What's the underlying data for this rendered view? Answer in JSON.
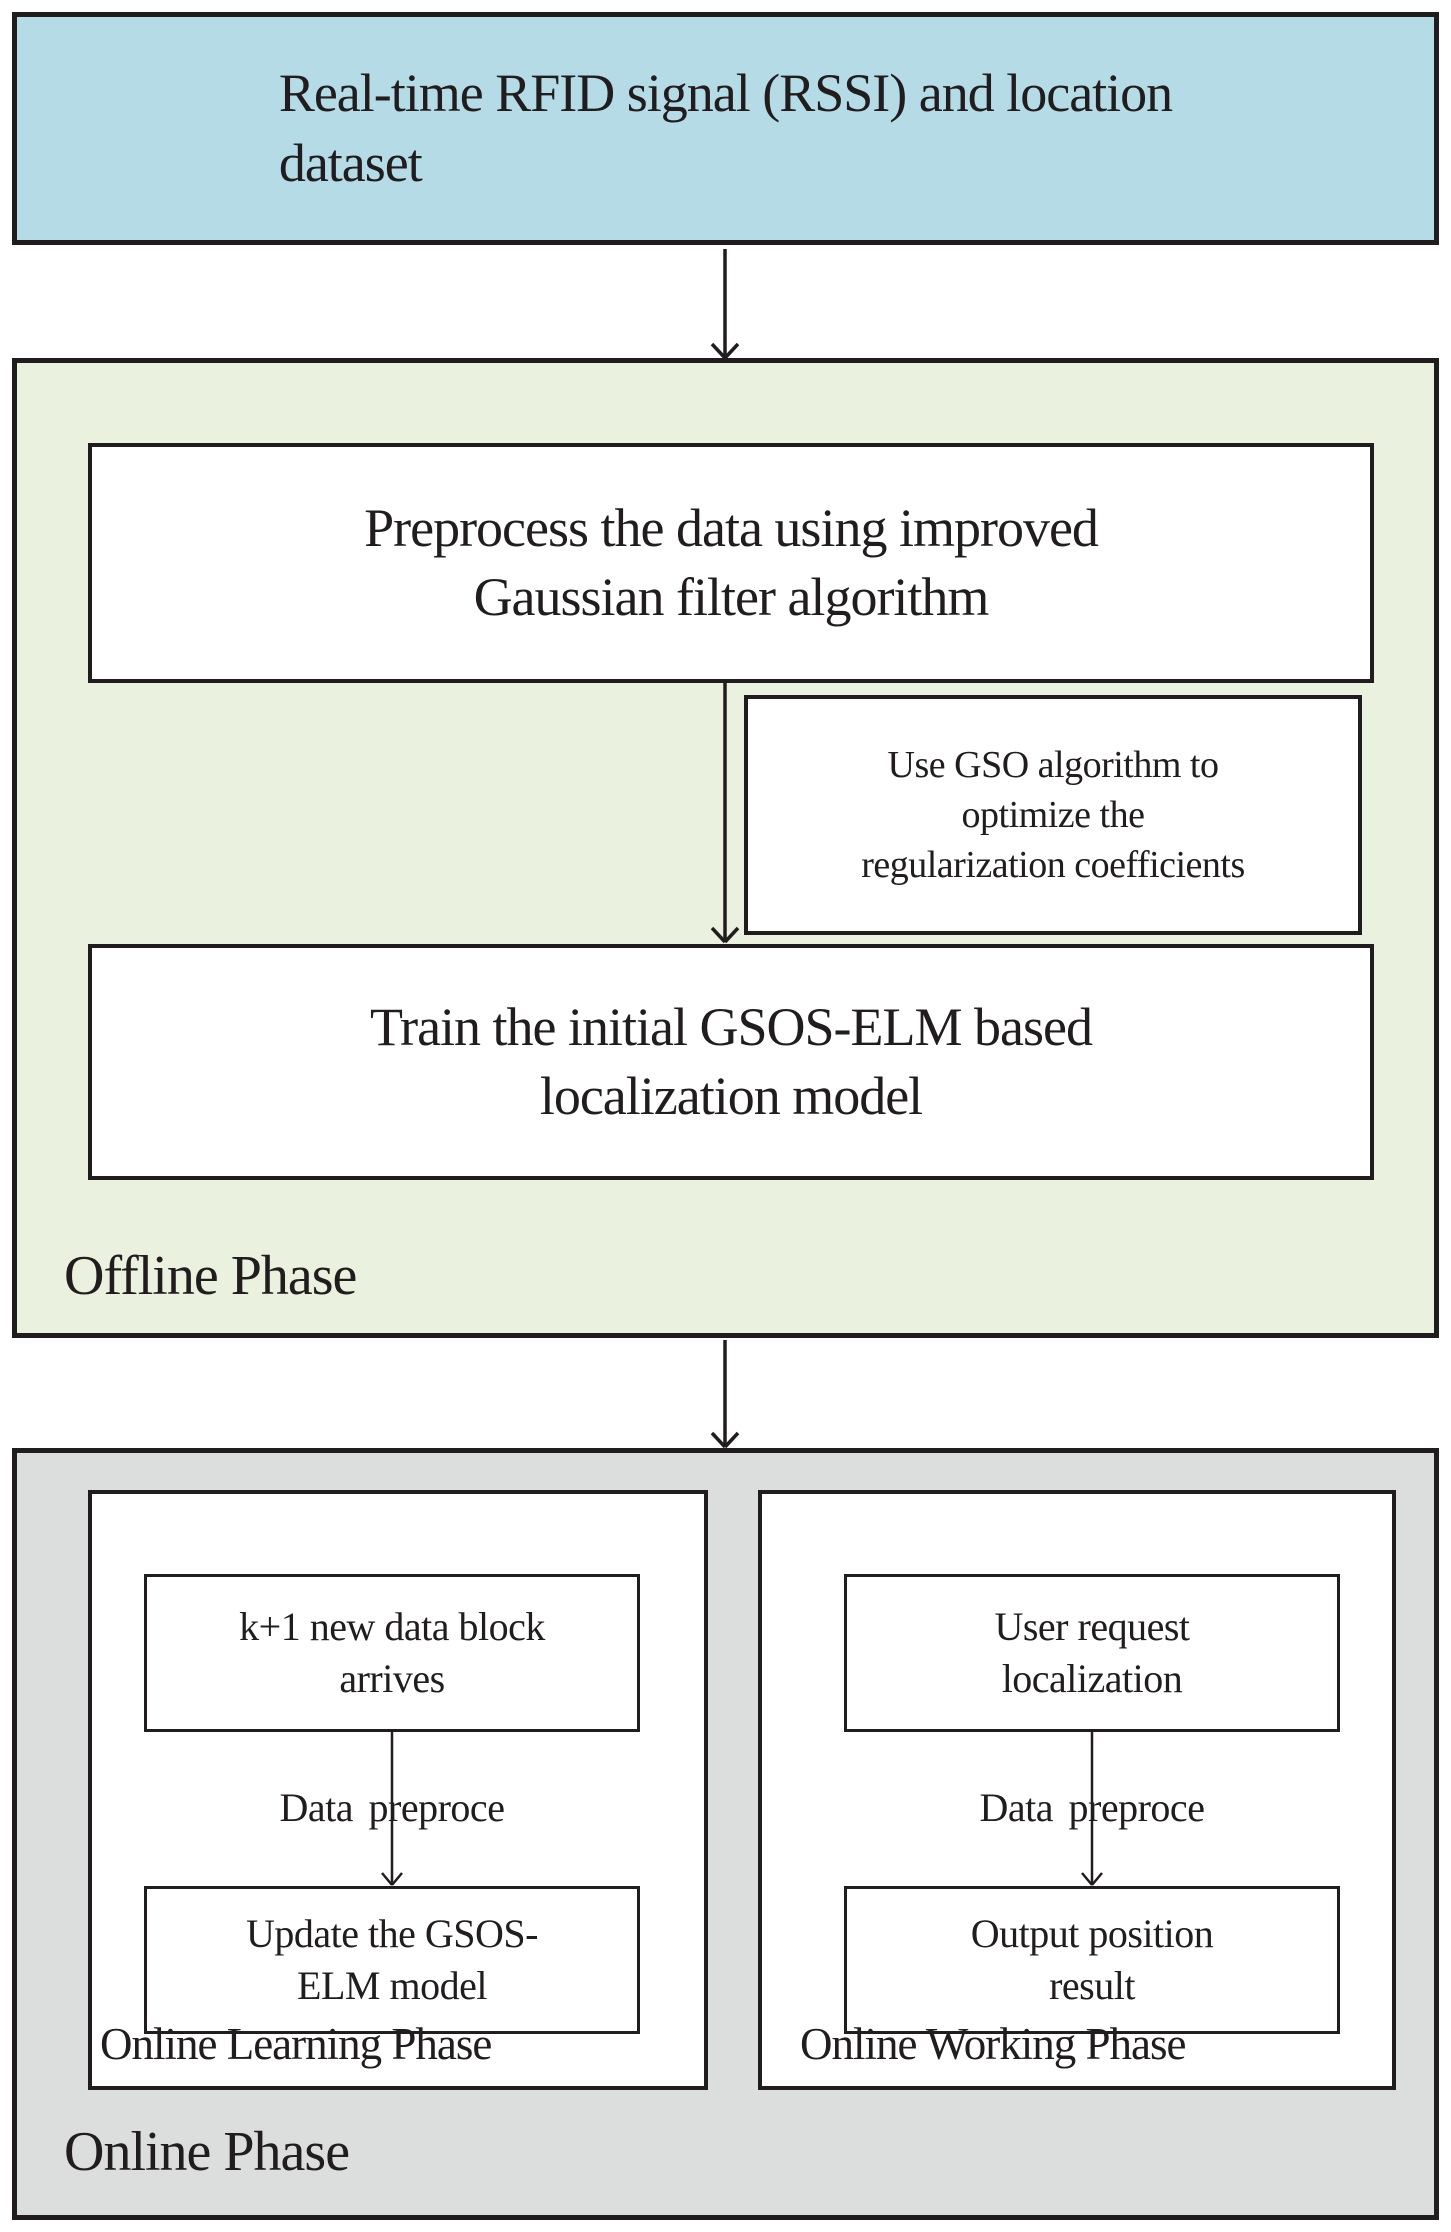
{
  "diagram": {
    "dataset_box": "Real-time RFID signal (RSSI) and location\ndataset",
    "offline": {
      "label": "Offline Phase",
      "preprocess_box": "Preprocess the data using improved\nGaussian filter algorithm",
      "gso_box": "Use GSO algorithm to\noptimize the\nregularization coefficients",
      "train_box": "Train the initial GSOS-ELM based\nlocalization model"
    },
    "online": {
      "label": "Online Phase",
      "learning": {
        "label": "Online Learning Phase",
        "input_box": "k+1 new data block\narrives",
        "arrow_label": "Data preproce",
        "update_box": "Update the GSOS-\nELM model"
      },
      "working": {
        "label": "Online Working Phase",
        "input_box": "User request\nlocalization",
        "arrow_label": "Data preproce",
        "output_box": "Output position\nresult"
      }
    },
    "colors": {
      "dataset_fill": "#b5dbe7",
      "offline_fill": "#eaf1de",
      "online_fill": "#dcdddd",
      "process_fill": "#ffffff",
      "line": "#211d1e"
    }
  }
}
